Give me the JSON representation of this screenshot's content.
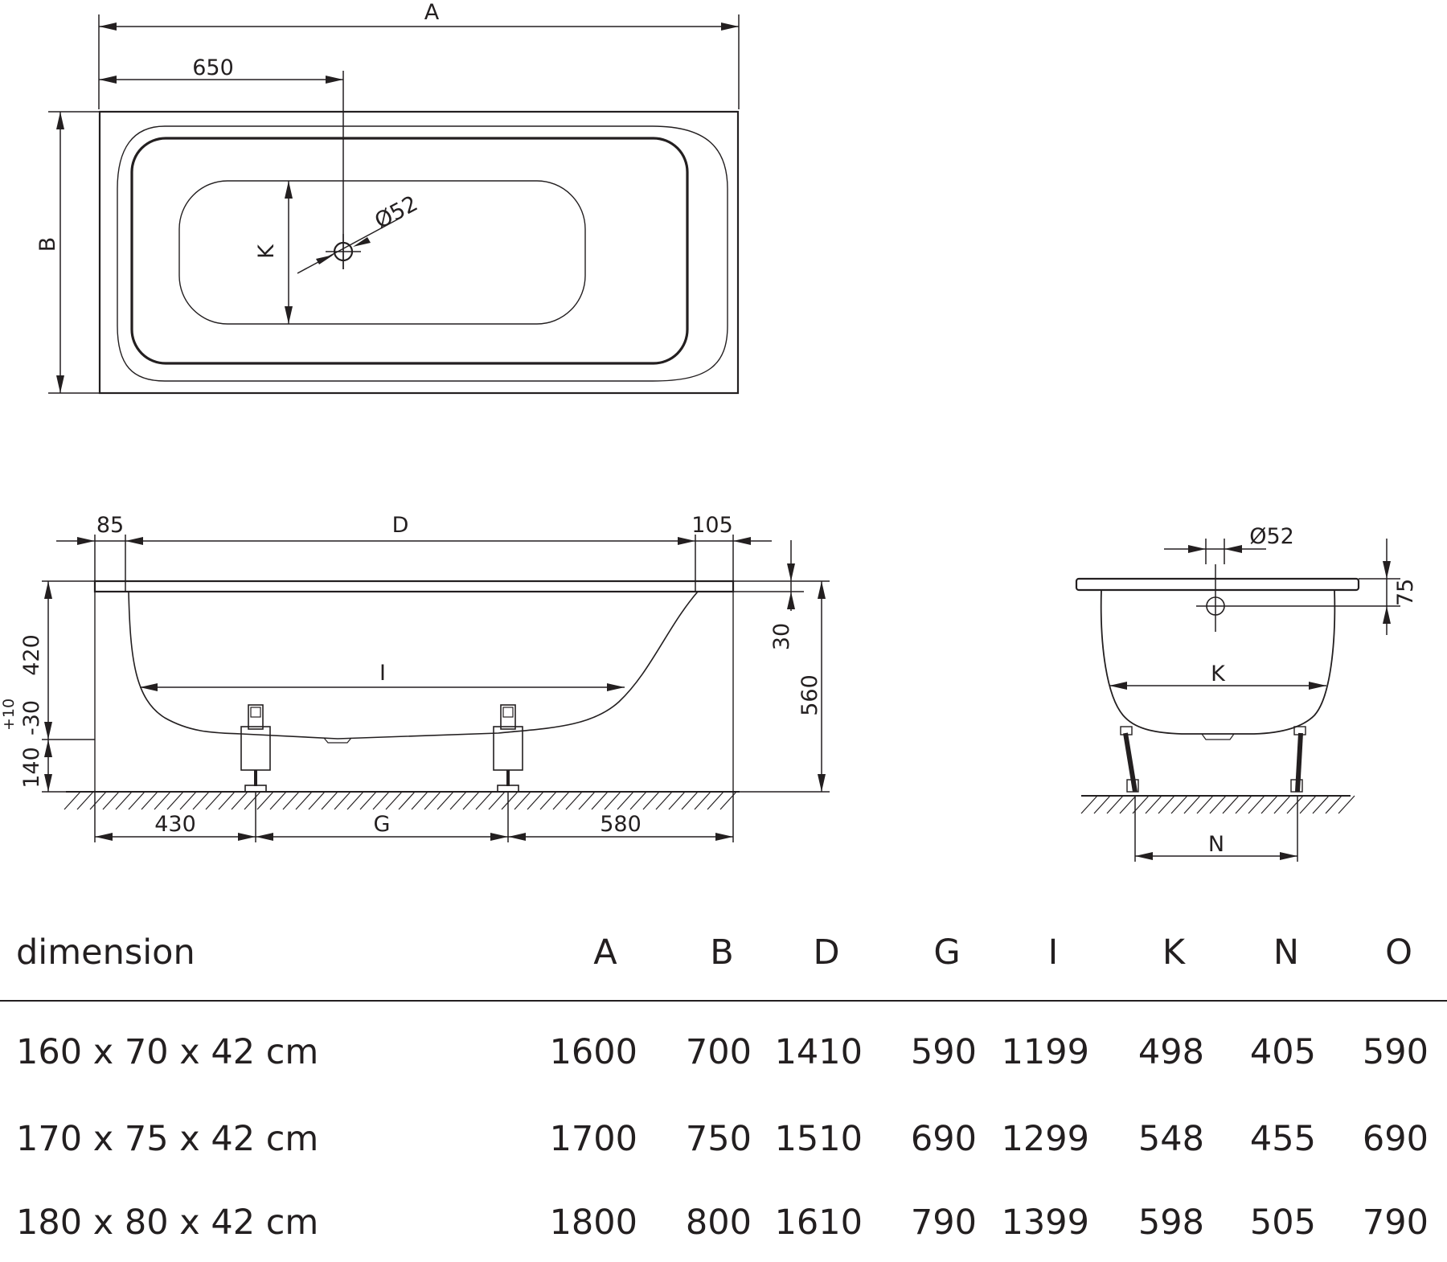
{
  "drawing": {
    "top_view": {
      "dim_A": "A",
      "dim_650": "650",
      "dim_B": "B",
      "dim_K": "K",
      "drain_diameter": "Ø52"
    },
    "side_view": {
      "dim_85": "85",
      "dim_D": "D",
      "dim_105": "105",
      "dim_420": "420",
      "dim_plus10": "+10",
      "dim_minus30": "-30",
      "dim_140": "140",
      "dim_30": "30",
      "dim_560": "560",
      "dim_I": "I",
      "dim_430": "430",
      "dim_G": "G",
      "dim_580": "580"
    },
    "end_view": {
      "overflow_diameter": "Ø52",
      "dim_75": "75",
      "dim_K": "K",
      "dim_N": "N"
    }
  },
  "table": {
    "headers": [
      "dimension",
      "A",
      "B",
      "D",
      "G",
      "I",
      "K",
      "N",
      "O"
    ],
    "rows": [
      [
        "160 x 70 x 42 cm",
        "1600",
        "700",
        "1410",
        "590",
        "1199",
        "498",
        "405",
        "590"
      ],
      [
        "170 x 75 x 42 cm",
        "1700",
        "750",
        "1510",
        "690",
        "1299",
        "548",
        "455",
        "690"
      ],
      [
        "180 x 80 x 42 cm",
        "1800",
        "800",
        "1610",
        "790",
        "1399",
        "598",
        "505",
        "790"
      ]
    ]
  }
}
